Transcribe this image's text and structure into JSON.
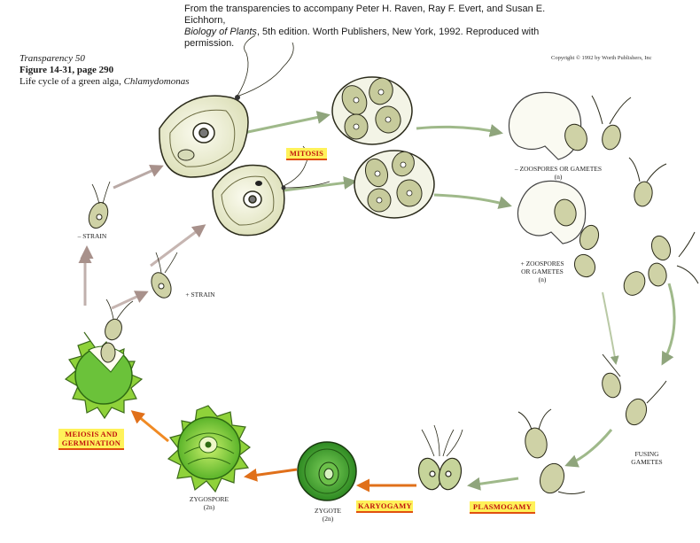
{
  "credit": {
    "line1": "From the transparencies to accompany Peter H. Raven, Ray F. Evert, and Susan E. Eichhorn,",
    "line2_title": "Biology of Plants",
    "line2_rest": ", 5th edition.  Worth Publishers, New York, 1992.  Reproduced with permission."
  },
  "header": {
    "transparency": "Transparency 50",
    "figure": "Figure 14-31, page 290",
    "caption_prefix": "Life cycle of a green alga, ",
    "caption_genus": "Chlamydomonas"
  },
  "copyright": "Copyright © 1992 by Worth Publishers, Inc",
  "labels": {
    "minus_strain": "– STRAIN",
    "plus_strain": "+ STRAIN",
    "minus_zoospores": "– ZOOSPORES OR GAMETES",
    "minus_zoospores_ploidy": "(n)",
    "plus_zoospores_1": "+ ZOOSPORES",
    "plus_zoospores_2": "OR GAMETES",
    "plus_zoospores_ploidy": "(n)",
    "fusing_1": "FUSING",
    "fusing_2": "GAMETES",
    "zygote": "ZYGOTE",
    "zygote_ploidy": "(2n)",
    "zygospore": "ZYGOSPORE",
    "zygospore_ploidy": "(2n)"
  },
  "stages": {
    "mitosis": "MITOSIS",
    "meiosis_1": "MEIOSIS AND",
    "meiosis_2": "GERMINATION",
    "karyogamy": "KARYOGAMY",
    "plasmogamy": "PLASMOGAMY"
  },
  "colors": {
    "cell_fill": "#eef0d8",
    "cell_stroke": "#2a2a1a",
    "chloroplast": "#8c8f5a",
    "arrow_gray": "#b9a9a5",
    "arrow_green": "#9fb98a",
    "arrow_orange": "#f08a24",
    "zygote_green": "#3fa02a",
    "zygospore_green": "#8fd23a",
    "stage_yellow": "#fff25a",
    "stage_red": "#c0140e"
  }
}
